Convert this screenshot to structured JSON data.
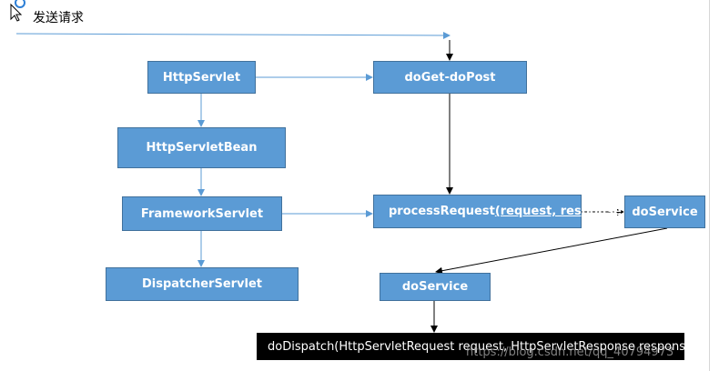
{
  "header": {
    "label": "发送请求"
  },
  "nodes": {
    "http_servlet": "HttpServlet",
    "http_servlet_bean": "HttpServletBean",
    "framework_servlet": "FrameworkServlet",
    "dispatcher_servlet": "DispatcherServlet",
    "do_get_do_post": "doGet-doPost",
    "process_request_name": "processRequest",
    "process_request_args": "(request, response);",
    "do_service_right": "doService",
    "do_service_bottom": "doService",
    "do_dispatch": "doDispatch(HttpServletRequest request, HttpServletResponse response)"
  },
  "watermark": "https://blog.csdn.net/qq_40794973",
  "colors": {
    "box_fill": "#5b9bd5",
    "box_border": "#41719c",
    "blue_arrow": "#5b9bd5",
    "black_arrow": "#000000",
    "dispatch_bg": "#000000"
  }
}
